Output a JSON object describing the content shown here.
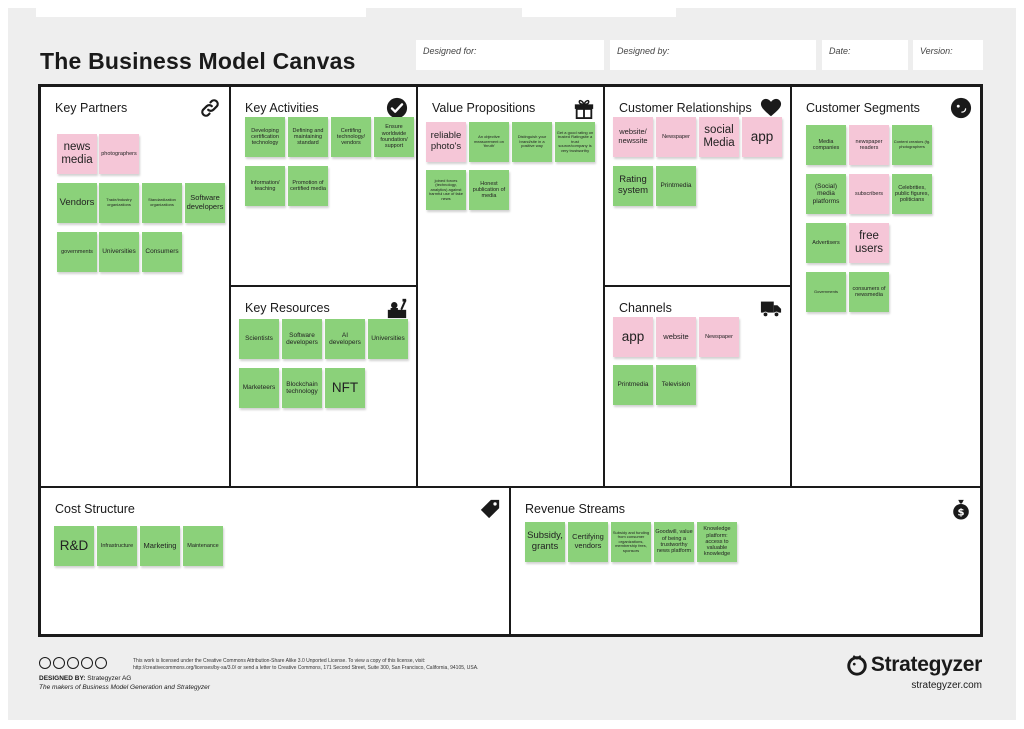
{
  "title": "The Business Model Canvas",
  "fields": {
    "designed_for": "Designed for:",
    "designed_by": "Designed by:",
    "date": "Date:",
    "version": "Version:"
  },
  "sections": {
    "key_partners": {
      "title": "Key Partners",
      "icon": "link-icon",
      "notes": [
        "news media",
        "photographers",
        "Vendors",
        "Trade/industry organizations",
        "Standardization organizations",
        "Software developers",
        "governments",
        "Universities",
        "Consumers"
      ]
    },
    "key_activities": {
      "title": "Key Activities",
      "icon": "checkmark-icon",
      "notes": [
        "Developing certification technology",
        "Defining and maintaining standard",
        "Certifing technology/ vendors",
        "Ensure worldwide foundation/ support",
        "Information/ teaching",
        "Promotion of certified media"
      ]
    },
    "key_resources": {
      "title": "Key Resources",
      "icon": "factory-worker-icon",
      "notes": [
        "Scientists",
        "Software developers",
        "AI developers",
        "Universities",
        "Marketeers",
        "Blockchain technology",
        "NFT"
      ]
    },
    "value_propositions": {
      "title": "Value Propositions",
      "icon": "gift-icon",
      "notes": [
        "reliable photo's",
        "An objective measurement on 'thruth'",
        "Distinguish your brand/site in a positive way",
        "Get a good rating on trusted Ratingsite a trust source/company is very trustworthy",
        "joined forces (technology, analytics) against harmful use of fake news",
        "Honest publication of media"
      ]
    },
    "customer_relationships": {
      "title": "Customer Relationships",
      "icon": "heart-icon",
      "notes": [
        "website/ newssite",
        "Newspaper",
        "social Media",
        "app",
        "Rating system",
        "Printmedia"
      ]
    },
    "channels": {
      "title": "Channels",
      "icon": "truck-icon",
      "notes": [
        "app",
        "website",
        "Newspaper",
        "Printmedia",
        "Television"
      ]
    },
    "customer_segments": {
      "title": "Customer Segments",
      "icon": "face-icon",
      "notes": [
        "Media companies",
        "newspaper readers",
        "Content creators (fg. photographers",
        "(Social) media platforms",
        "subscribers",
        "Celebrities, public figures, politicians",
        "Advertisers",
        "free users",
        "Governments",
        "consumers of newsmedia"
      ]
    },
    "cost_structure": {
      "title": "Cost Structure",
      "icon": "price-tag-icon",
      "notes": [
        "R&D",
        "Infrastructure",
        "Marketing",
        "Maintenance"
      ]
    },
    "revenue_streams": {
      "title": "Revenue Streams",
      "icon": "money-bag-icon",
      "notes": [
        "Subsidy, grants",
        "Certifying vendors",
        "Subsidy and funding from consumer organizations, membership fees, sponsors",
        "Goodwill, value of being a trustworthy news platform",
        "Knowledge platform: access to valuable knowledge"
      ]
    }
  },
  "footer": {
    "license_line1": "This work is licensed under the Creative Commons Attribution-Share Alike 3.0 Unported License. To view a copy of this license, visit:",
    "license_line2": "http://creativecommons.org/licenses/by-sa/3.0/ or send a letter to Creative Commons, 171 Second Street, Suite 300, San Francisco, California, 94105, USA.",
    "designed_by_label": "DESIGNED BY:",
    "designed_by": "Strategyzer AG",
    "makers": "The makers of Business Model Generation and Strategyzer",
    "brand": "Strategyzer",
    "brand_url": "strategyzer.com"
  }
}
